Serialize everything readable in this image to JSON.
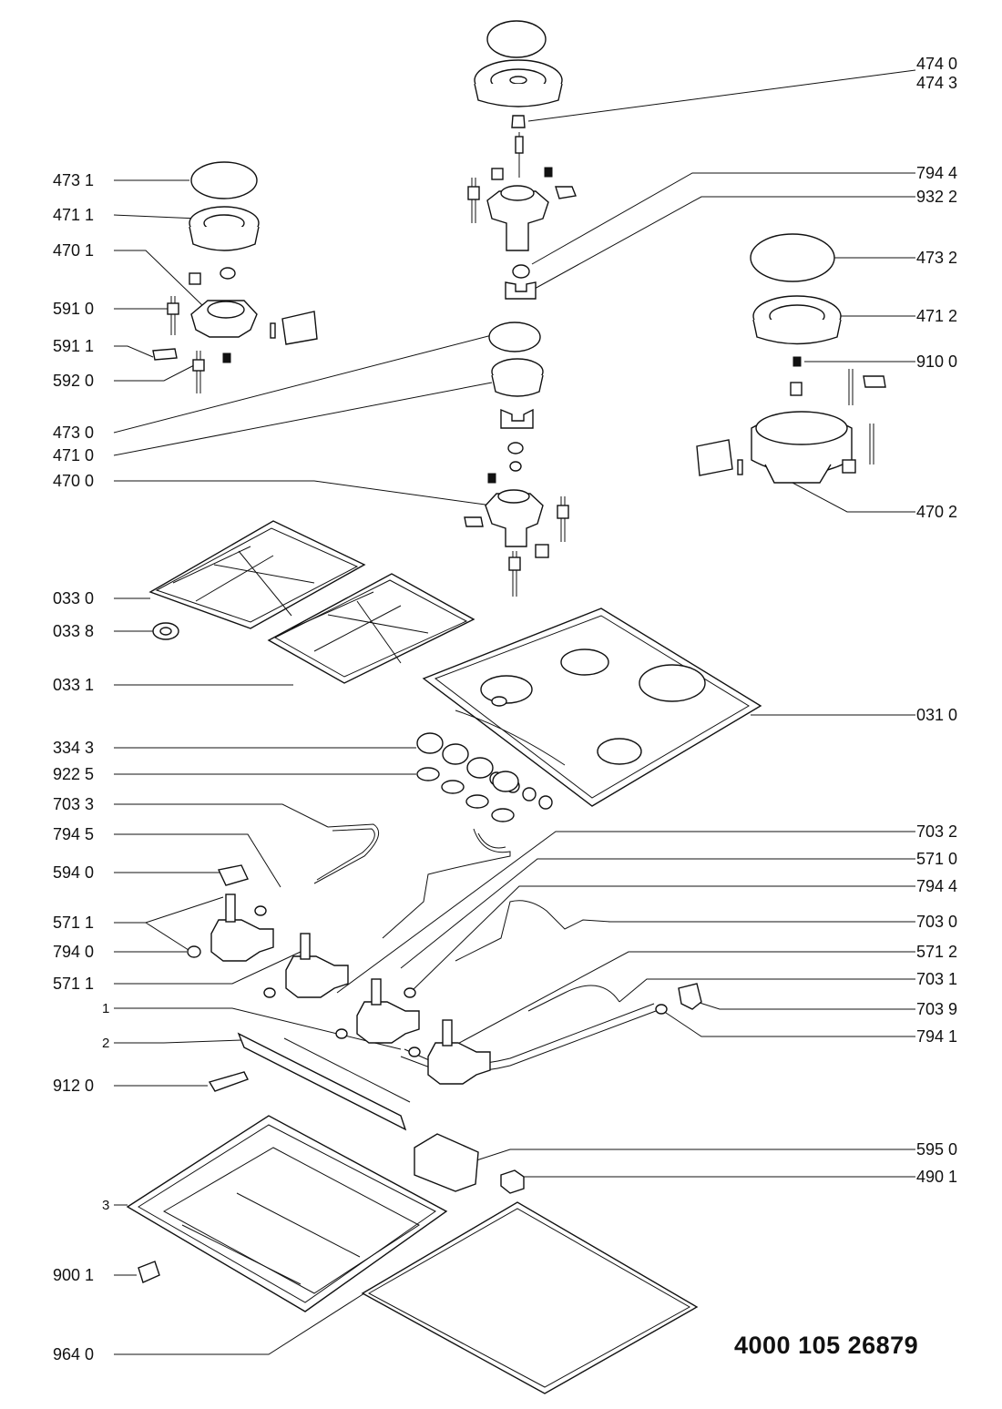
{
  "document": {
    "number": "4000 105 26879"
  },
  "callouts": {
    "c4740": "474 0",
    "c4743": "474 3",
    "c7944a": "794 4",
    "c9322": "932 2",
    "c4731": "473 1",
    "c4711": "471 1",
    "c4701": "470 1",
    "c5910": "591 0",
    "c5911": "591 1",
    "c5920": "592 0",
    "c4732": "473 2",
    "c4712": "471 2",
    "c9100": "910 0",
    "c4730": "473 0",
    "c4710": "471 0",
    "c4700": "470 0",
    "c4702": "470 2",
    "c0330": "033 0",
    "c0338": "033 8",
    "c0331": "033 1",
    "c0310": "031 0",
    "c3343": "334 3",
    "c9225": "922 5",
    "c7033": "703 3",
    "c7945": "794 5",
    "c5940": "594 0",
    "c5711a": "571 1",
    "c7940": "794 0",
    "c5711b": "571 1",
    "c7032": "703 2",
    "c5710": "571 0",
    "c7944b": "794 4",
    "c7030": "703 0",
    "c5712": "571 2",
    "c7031": "703 1",
    "c7039": "703 9",
    "c7941": "794 1",
    "n1": "1",
    "n2": "2",
    "n3": "3",
    "c9120": "912 0",
    "c5950": "595 0",
    "c4901": "490 1",
    "c9001": "900 1",
    "c9640": "964 0"
  }
}
